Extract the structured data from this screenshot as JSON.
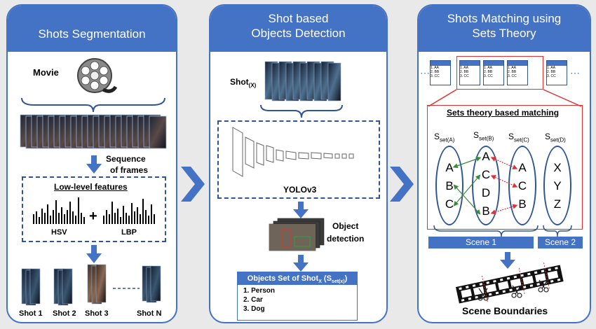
{
  "panel1": {
    "title": "Shots Segmentation",
    "movie_label": "Movie",
    "sequence_label_1": "Sequence",
    "sequence_label_2": "of frames",
    "features_title": "Low-level features",
    "hsv_label": "HSV",
    "plus": "+",
    "lbp_label": "LBP",
    "shots": [
      "Shot 1",
      "Shot 2",
      "Shot 3",
      "Shot N"
    ]
  },
  "panel2": {
    "title_1": "Shot based",
    "title_2": "Objects Detection",
    "shot_label": "Shot",
    "shot_sub": "(X)",
    "yolo_label": "YOLOv3",
    "object_label_1": "Object",
    "object_label_2": "detection",
    "objects_set_title": "Objects Set of Shot",
    "objects_set_sub_x": "X",
    "objects_set_paren": "(S",
    "objects_set_paren_sub": "set(x)",
    "objects_set_close": ")",
    "objects": [
      "1. Person",
      "2. Car",
      "3. Dog"
    ]
  },
  "panel3": {
    "title_1": "Shots Matching using",
    "title_2": "Sets Theory",
    "matching_title": "Sets theory based matching",
    "sets": [
      {
        "name": "S",
        "sub": "set(A)",
        "items": [
          "A",
          "B",
          "C"
        ]
      },
      {
        "name": "S",
        "sub": "set(B)",
        "items": [
          "A",
          "C",
          "D",
          "B"
        ]
      },
      {
        "name": "S",
        "sub": "set(C)",
        "items": [
          "A",
          "C",
          "B"
        ]
      },
      {
        "name": "S",
        "sub": "set(D)",
        "items": [
          "X",
          "Y",
          "Z"
        ]
      }
    ],
    "scene1": "Scene 1",
    "scene2": "Scene 2",
    "boundaries_label": "Scene Boundaries",
    "card_lines": [
      "1. AA",
      "2. BB",
      "3. CC",
      "⋮"
    ]
  },
  "colors": {
    "blue": "#4472c4",
    "dark_blue": "#2f5597",
    "red": "#e03131",
    "green": "#3a8a3a"
  }
}
